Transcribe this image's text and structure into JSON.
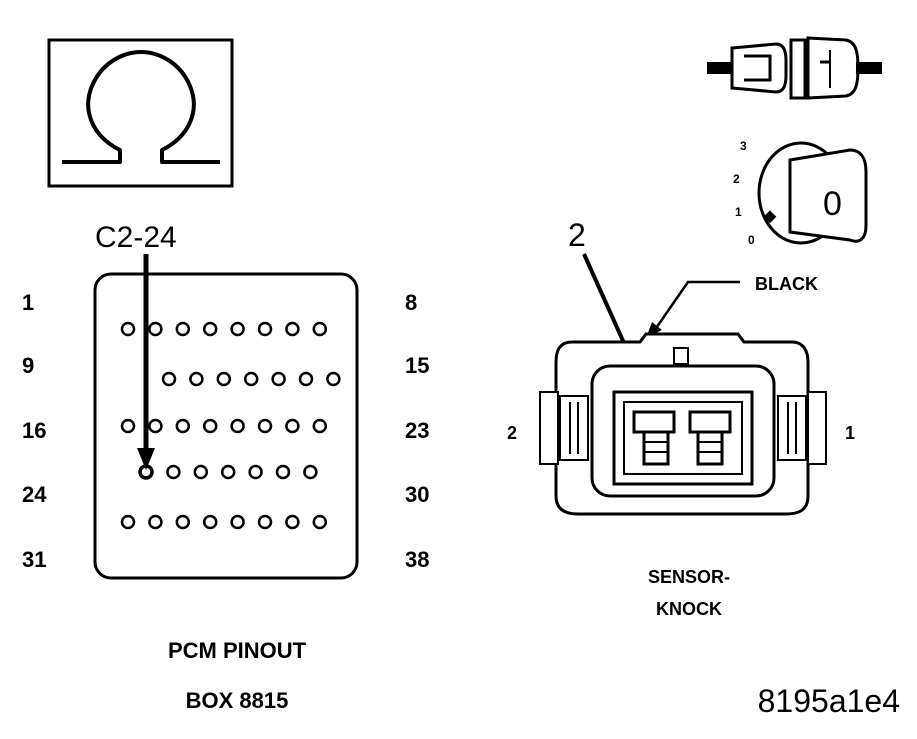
{
  "ohmmeter": {
    "symbol": "Ω",
    "icon": "ohm-icon"
  },
  "pcm_connector": {
    "pin_ref": "C2-24",
    "row_labels_left": [
      "1",
      "9",
      "16",
      "24",
      "31"
    ],
    "row_labels_right": [
      "8",
      "15",
      "23",
      "30",
      "38"
    ],
    "rows": [
      {
        "start": 1,
        "end": 8,
        "pins": 8
      },
      {
        "start": 9,
        "end": 15,
        "pins": 7
      },
      {
        "start": 16,
        "end": 23,
        "pins": 8
      },
      {
        "start": 24,
        "end": 30,
        "pins": 7
      },
      {
        "start": 31,
        "end": 38,
        "pins": 8
      }
    ],
    "highlighted_pin": 24,
    "caption_line1": "PCM PINOUT",
    "caption_line2": "BOX 8815"
  },
  "sensor_connector": {
    "pin_ref": "2",
    "color_label": "BLACK",
    "left_label": "2",
    "right_label": "1",
    "caption_line1": "SENSOR-",
    "caption_line2": "KNOCK"
  },
  "ignition_key": {
    "positions": [
      "3",
      "2",
      "1",
      "0"
    ],
    "key_label": "0",
    "icon": "ignition-key-icon"
  },
  "disconnect_icon": "connector-disconnect-icon",
  "figure_id": "8195a1e4"
}
